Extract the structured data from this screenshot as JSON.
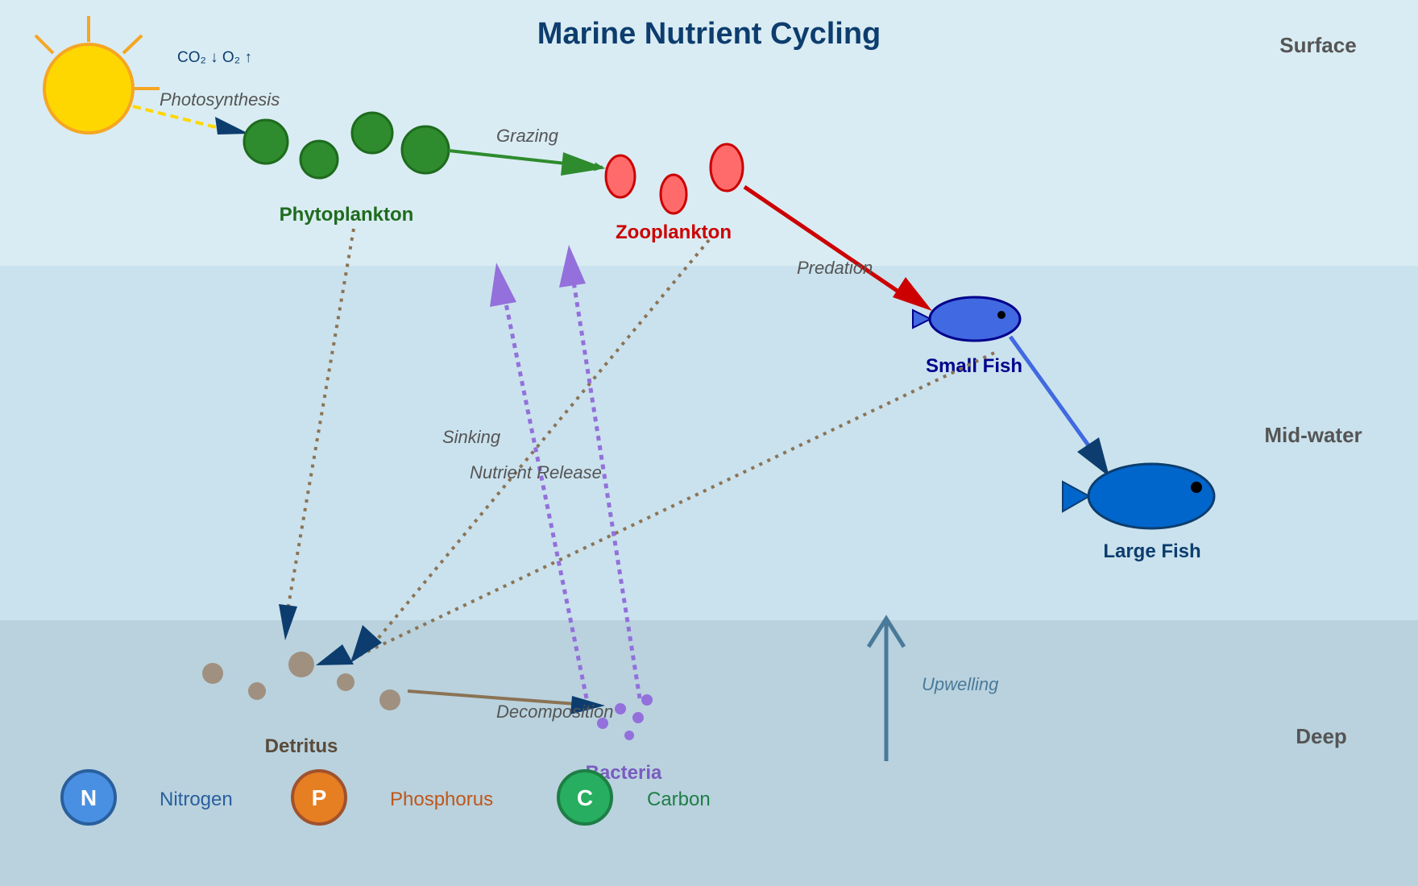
{
  "title": "Marine Nutrient Cycling",
  "zones": {
    "surface": "Surface",
    "midwater": "Mid-water",
    "deep": "Deep"
  },
  "gas_exchange": "CO₂ ↓ O₂ ↑",
  "processes": {
    "photosynthesis": "Photosynthesis",
    "grazing": "Grazing",
    "predation": "Predation",
    "sinking": "Sinking",
    "nutrient_release": "Nutrient Release",
    "decomposition": "Decomposition",
    "upwelling": "Upwelling"
  },
  "organisms": {
    "phytoplankton": "Phytoplankton",
    "zooplankton": "Zooplankton",
    "small_fish": "Small Fish",
    "large_fish": "Large Fish",
    "detritus": "Detritus",
    "bacteria": "Bacteria"
  },
  "legend": [
    {
      "letter": "N",
      "label": "Nitrogen",
      "fill": "#4a90e2",
      "stroke": "#2a5f9e",
      "text_color": "#2a5f9e"
    },
    {
      "letter": "P",
      "label": "Phosphorus",
      "fill": "#e67e22",
      "stroke": "#a0522d",
      "text_color": "#c0561a"
    },
    {
      "letter": "C",
      "label": "Carbon",
      "fill": "#27ae60",
      "stroke": "#1e7e45",
      "text_color": "#1e7e45"
    }
  ],
  "colors": {
    "surface_zone": "#d9ecf3",
    "midwater_zone": "#cae2ed",
    "deep_zone": "#b9d2de",
    "phytoplankton": "#2e8b2e",
    "zooplankton": "#ff6b6b",
    "small_fish": "#4169e1",
    "large_fish": "#0066cc",
    "detritus": "#a09080",
    "bacteria": "#9370db",
    "sun": "#ffd700"
  }
}
